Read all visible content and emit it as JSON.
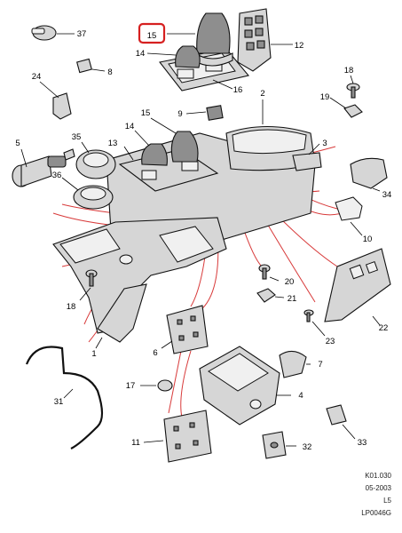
{
  "colors": {
    "callout_number": "#1a1aa6",
    "highlight_box": "#d62020",
    "red_leader_lines": "#d83a3a",
    "part_fill": "#d6d6d6",
    "part_dark": "#8e8e8e"
  },
  "callouts": [
    {
      "id": "c15top",
      "label": "15",
      "highlighted": true
    },
    {
      "id": "c37",
      "label": "37"
    },
    {
      "id": "c12",
      "label": "12"
    },
    {
      "id": "c14top",
      "label": "14"
    },
    {
      "id": "c8",
      "label": "8"
    },
    {
      "id": "c16",
      "label": "16"
    },
    {
      "id": "c24",
      "label": "24"
    },
    {
      "id": "c18top",
      "label": "18"
    },
    {
      "id": "c19",
      "label": "19"
    },
    {
      "id": "c2",
      "label": "2"
    },
    {
      "id": "c9",
      "label": "9"
    },
    {
      "id": "c15mid",
      "label": "15"
    },
    {
      "id": "c14mid",
      "label": "14"
    },
    {
      "id": "c5",
      "label": "5"
    },
    {
      "id": "c35",
      "label": "35"
    },
    {
      "id": "c13",
      "label": "13"
    },
    {
      "id": "c3",
      "label": "3"
    },
    {
      "id": "c34",
      "label": "34"
    },
    {
      "id": "c36",
      "label": "36"
    },
    {
      "id": "c10",
      "label": "10"
    },
    {
      "id": "c20",
      "label": "20"
    },
    {
      "id": "c21",
      "label": "21"
    },
    {
      "id": "c18low",
      "label": "18"
    },
    {
      "id": "c22",
      "label": "22"
    },
    {
      "id": "c23",
      "label": "23"
    },
    {
      "id": "c6",
      "label": "6"
    },
    {
      "id": "c1",
      "label": "1"
    },
    {
      "id": "c7",
      "label": "7"
    },
    {
      "id": "c17",
      "label": "17"
    },
    {
      "id": "c4",
      "label": "4"
    },
    {
      "id": "c31",
      "label": "31"
    },
    {
      "id": "c11",
      "label": "11"
    },
    {
      "id": "c32",
      "label": "32"
    },
    {
      "id": "c33",
      "label": "33"
    }
  ],
  "footer": {
    "ref_code": "K01.030",
    "date": "05-2003",
    "model": "L5",
    "drawing_id": "LP0046G"
  }
}
